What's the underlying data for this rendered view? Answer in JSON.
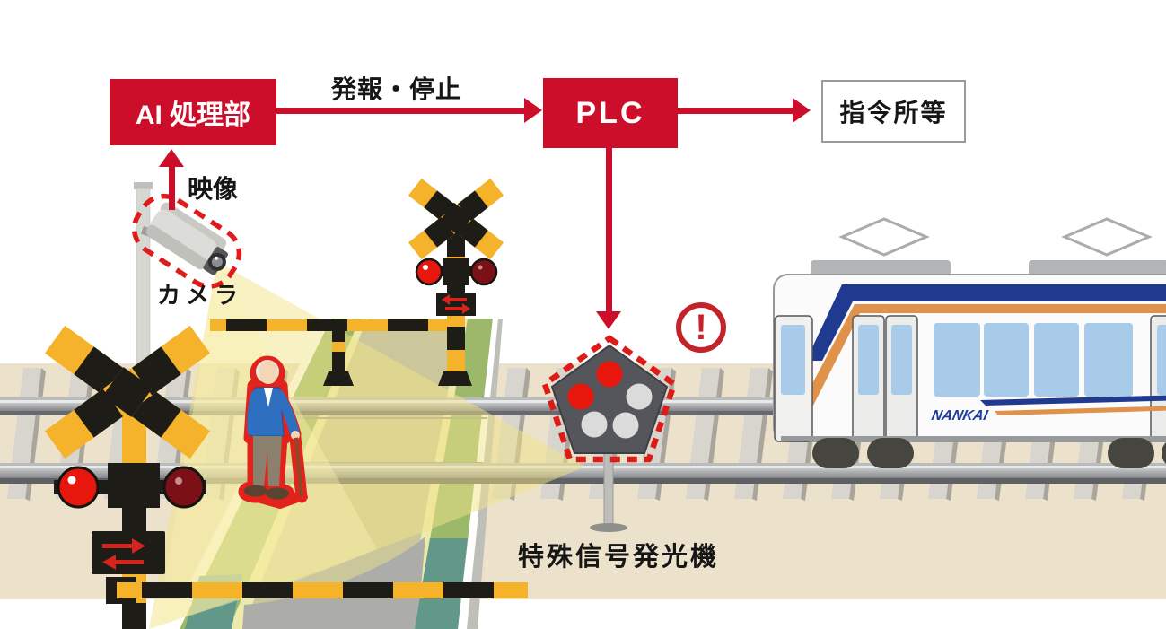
{
  "flow": {
    "ai_label": "AI 処理部",
    "alert_label": "発報・停止",
    "plc_label": "PLC",
    "command_label": "指令所等",
    "video_label": "映像",
    "camera_label": "カメラ",
    "flasher_label": "特殊信号発光機",
    "warning_mark": "!"
  },
  "train": {
    "logo": "NANKAI"
  },
  "colors": {
    "accent_red": "#cd0e2b",
    "detection_red": "#e1231c",
    "ballast_beige": "#ece1cb",
    "crossbuck_yellow": "#f5b32b",
    "signal_black": "#1e1c17",
    "lamp_lit_red": "#e8170d",
    "lamp_unlit_red": "#7b1016",
    "lamp_off_white": "#dbdbdb",
    "train_blue": "#1f3a8e",
    "train_orange": "#e0914a",
    "window_blue": "#a8cbe9",
    "view_cone_yellow": "#f2e488"
  }
}
